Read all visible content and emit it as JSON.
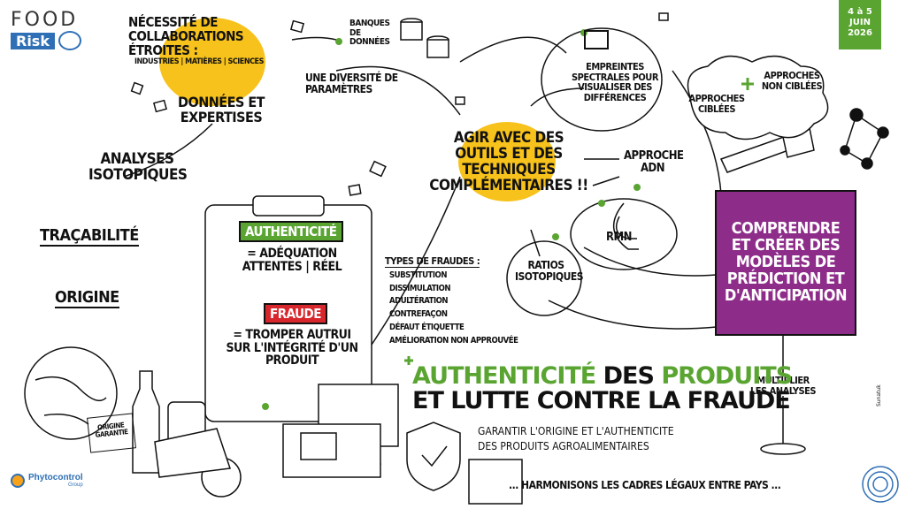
{
  "logo": {
    "line1": "FOOD",
    "line2": "Risk"
  },
  "date_badge": {
    "line1": "4 à 5",
    "line2": "JUIN",
    "line3": "2026"
  },
  "collab": {
    "title": "Nécessité de collaborations étroites :",
    "sub": "industries | matières | sciences"
  },
  "banques": "Banques de données",
  "diversite": "Une diversité de paramètres",
  "donnees": "Données et expertises",
  "analyses": "Analyses isotopiques",
  "tracabilite": "Traçabilité",
  "origine": "Origine",
  "agir": "Agir avec des outils et des techniques complémentaires !!",
  "empreintes": "Empreintes spectrales pour visualiser des différences",
  "approche_adn": "Approche ADN",
  "rmn": "RMN",
  "ratios": "Ratios isotopiques",
  "approches_non_ciblees": "Approches non ciblées",
  "approches_ciblees": "Approches ciblées",
  "comprendre": "Comprendre et créer des modèles de prédiction et d'anticipation",
  "multiplier": "Multiplier les analyses",
  "clipboard": {
    "authenticite": "Authenticité",
    "adequation": "= Adéquation attentes | réel",
    "fraude": "Fraude",
    "tromper": "= Tromper autrui sur l'intégrité d'un produit"
  },
  "types": {
    "title": "Types de fraudes :",
    "items": [
      "Substitution",
      "Dissimulation",
      "Adultération",
      "Contrefaçon",
      "Défaut étiquette",
      "Amélioration non approuvée"
    ]
  },
  "main_title": {
    "w1": "AUTHENTICITÉ",
    "w2": "DES",
    "w3": "PRODUITS",
    "line2": "ET LUTTE CONTRE LA FRAUDE",
    "sub1": "GARANTIR L'ORIGINE ET L'AUTHENTICITE",
    "sub2": "DES PRODUITS AGROALIMENTAIRES"
  },
  "harmonisons": "... Harmonisons les cadres légaux entre pays ...",
  "origine_garantie": "Origine garantie",
  "phyto": {
    "name": "Phytocontrol",
    "group": "Group"
  },
  "signature": "Sunatuk",
  "colors": {
    "green": "#5aa532",
    "yellow": "#f7c21b",
    "purple": "#8e2c8a",
    "red": "#d7262c",
    "blue": "#2f6fb5"
  }
}
